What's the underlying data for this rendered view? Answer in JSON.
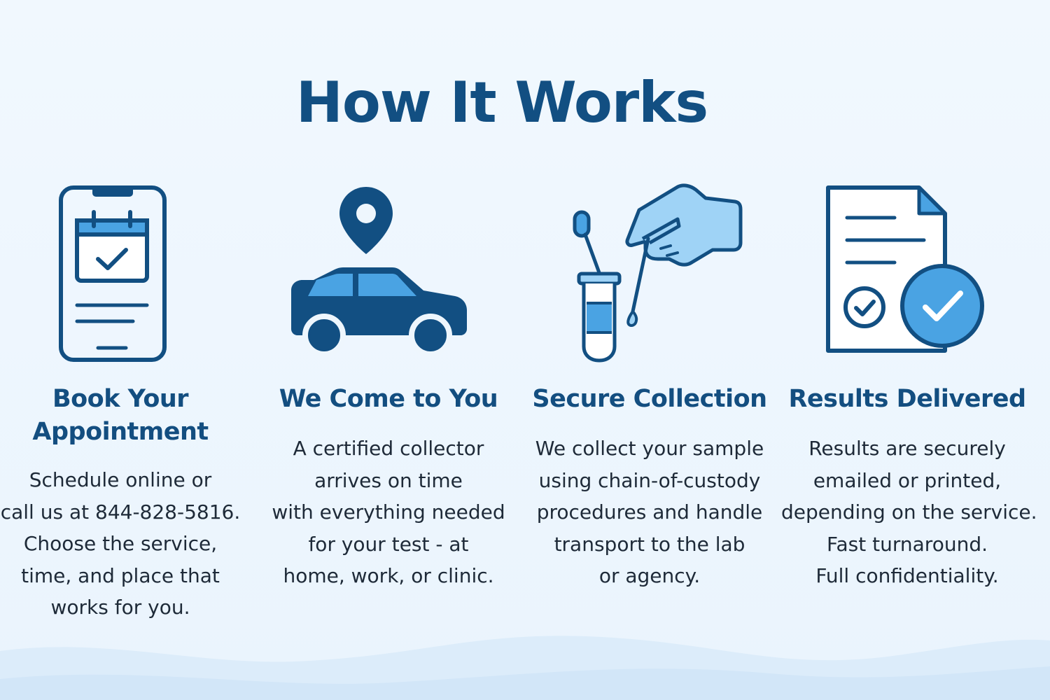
{
  "title": "How It Works",
  "colors": {
    "primary_dark": "#124f82",
    "accent_light": "#9fd3f6",
    "accent_mid": "#4aa3e3",
    "background": "#eef6fd"
  },
  "steps": [
    {
      "icon": "phone-calendar-check-icon",
      "title_lines": [
        "Book Your",
        "Appointment"
      ],
      "description_lines": [
        "Schedule online or",
        "call us at 844-828-5816.",
        "Choose the service,",
        "time, and place that",
        "works for you."
      ]
    },
    {
      "icon": "car-location-pin-icon",
      "title_lines": [
        "We Come to You"
      ],
      "description_lines": [
        "A certified collector",
        "arrives on time",
        "with everything needed",
        "for your test - at",
        "home, work, or clinic."
      ]
    },
    {
      "icon": "swab-test-tube-icon",
      "title_lines": [
        "Secure Collection"
      ],
      "description_lines": [
        "We collect your sample",
        "using chain-of-custody",
        "procedures and handle",
        "transport to the lab",
        "or agency."
      ]
    },
    {
      "icon": "document-checkmark-icon",
      "title_lines": [
        "Results Delivered"
      ],
      "description_lines": [
        "Results are securely",
        "emailed or printed,",
        "depending on the service.",
        "Fast turnaround.",
        "Full confidentiality."
      ]
    }
  ]
}
